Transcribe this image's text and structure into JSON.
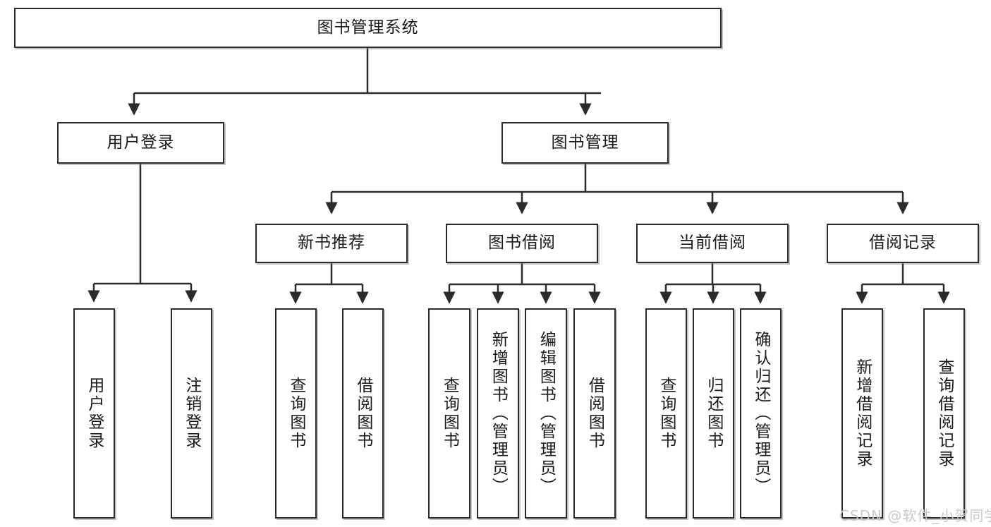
{
  "diagram": {
    "title": "图书管理系统",
    "type": "tree-hierarchy",
    "root": {
      "label": "图书管理系统"
    },
    "level2": [
      {
        "label": "用户登录"
      },
      {
        "label": "图书管理"
      }
    ],
    "level3": [
      {
        "label": "新书推荐"
      },
      {
        "label": "图书借阅"
      },
      {
        "label": "当前借阅"
      },
      {
        "label": "借阅记录"
      }
    ],
    "leaves": {
      "user_login": [
        {
          "label": "用户登录"
        },
        {
          "label": "注销登录"
        }
      ],
      "new_book_recommend": [
        {
          "label": "查询图书"
        },
        {
          "label": "借阅图书"
        }
      ],
      "book_borrow": [
        {
          "label": "查询图书"
        },
        {
          "label": "新增图书（管理员）"
        },
        {
          "label": "编辑图书（管理员）"
        },
        {
          "label": "借阅图书"
        }
      ],
      "current_borrow": [
        {
          "label": "查询图书"
        },
        {
          "label": "归还图书"
        },
        {
          "label": "确认归还（管理员）"
        }
      ],
      "borrow_record": [
        {
          "label": "新增借阅记录"
        },
        {
          "label": "查询借阅记录"
        }
      ]
    }
  },
  "watermark": {
    "text": "CSDN @软件_小贺同学"
  },
  "colors": {
    "stroke": "#2b2b2b",
    "fill": "#ffffff",
    "text": "#1a1a1a",
    "watermark": "#c9c9c9"
  }
}
